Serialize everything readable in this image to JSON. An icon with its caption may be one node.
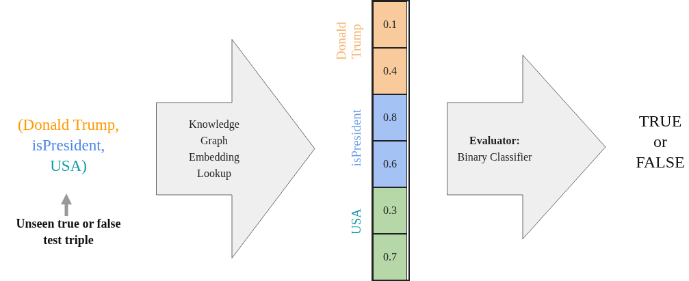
{
  "diagram": {
    "nodes": [
      {
        "text": [
          "(Donald Trump,",
          "isPresident,",
          "USA)"
        ]
      },
      {
        "text": [
          "Unseen true or false test triple"
        ]
      },
      {
        "text": [
          "Knowledge Graph Embedding Lookup"
        ]
      },
      {
        "text": [],
        "shape": "bar"
      },
      {
        "text": [
          "0.1"
        ],
        "in": 3
      },
      {
        "text": [
          "0.4"
        ],
        "in": 3
      },
      {
        "text": [
          "0.8"
        ],
        "in": 3
      },
      {
        "text": [
          "0.6"
        ],
        "in": 3
      },
      {
        "text": [
          "0.3"
        ],
        "in": 3
      },
      {
        "text": [
          "0.7"
        ],
        "in": 3
      },
      {
        "text": [
          "Evaluator:",
          "Binary Classifier"
        ]
      },
      {
        "text": [
          "TRUE or FALSE"
        ]
      }
    ],
    "edges": [
      {
        "from": 1,
        "to": 0,
        "arrow": "to"
      }
    ],
    "labels": [
      "Donald Trump",
      "isPresident",
      "USA"
    ]
  }
}
